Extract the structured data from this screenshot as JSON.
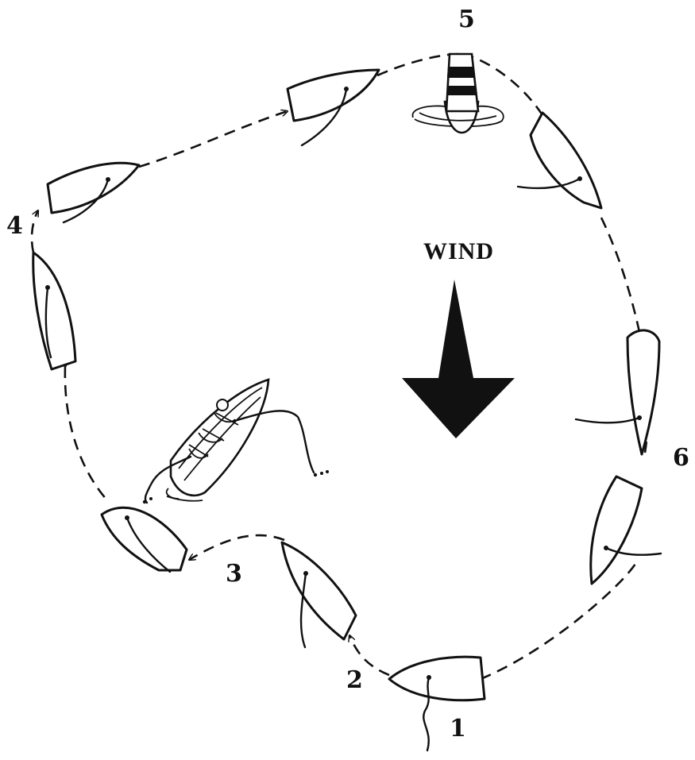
{
  "diagram": {
    "wind_label": "WIND",
    "positions": [
      "1",
      "2",
      "3",
      "4",
      "5",
      "6"
    ],
    "colors": {
      "ink": "#111111",
      "paper": "#ffffff"
    },
    "icons": [
      "sailboat-icon",
      "buoy-mark-icon",
      "wind-arrow-icon",
      "rowboat-icon"
    ]
  }
}
